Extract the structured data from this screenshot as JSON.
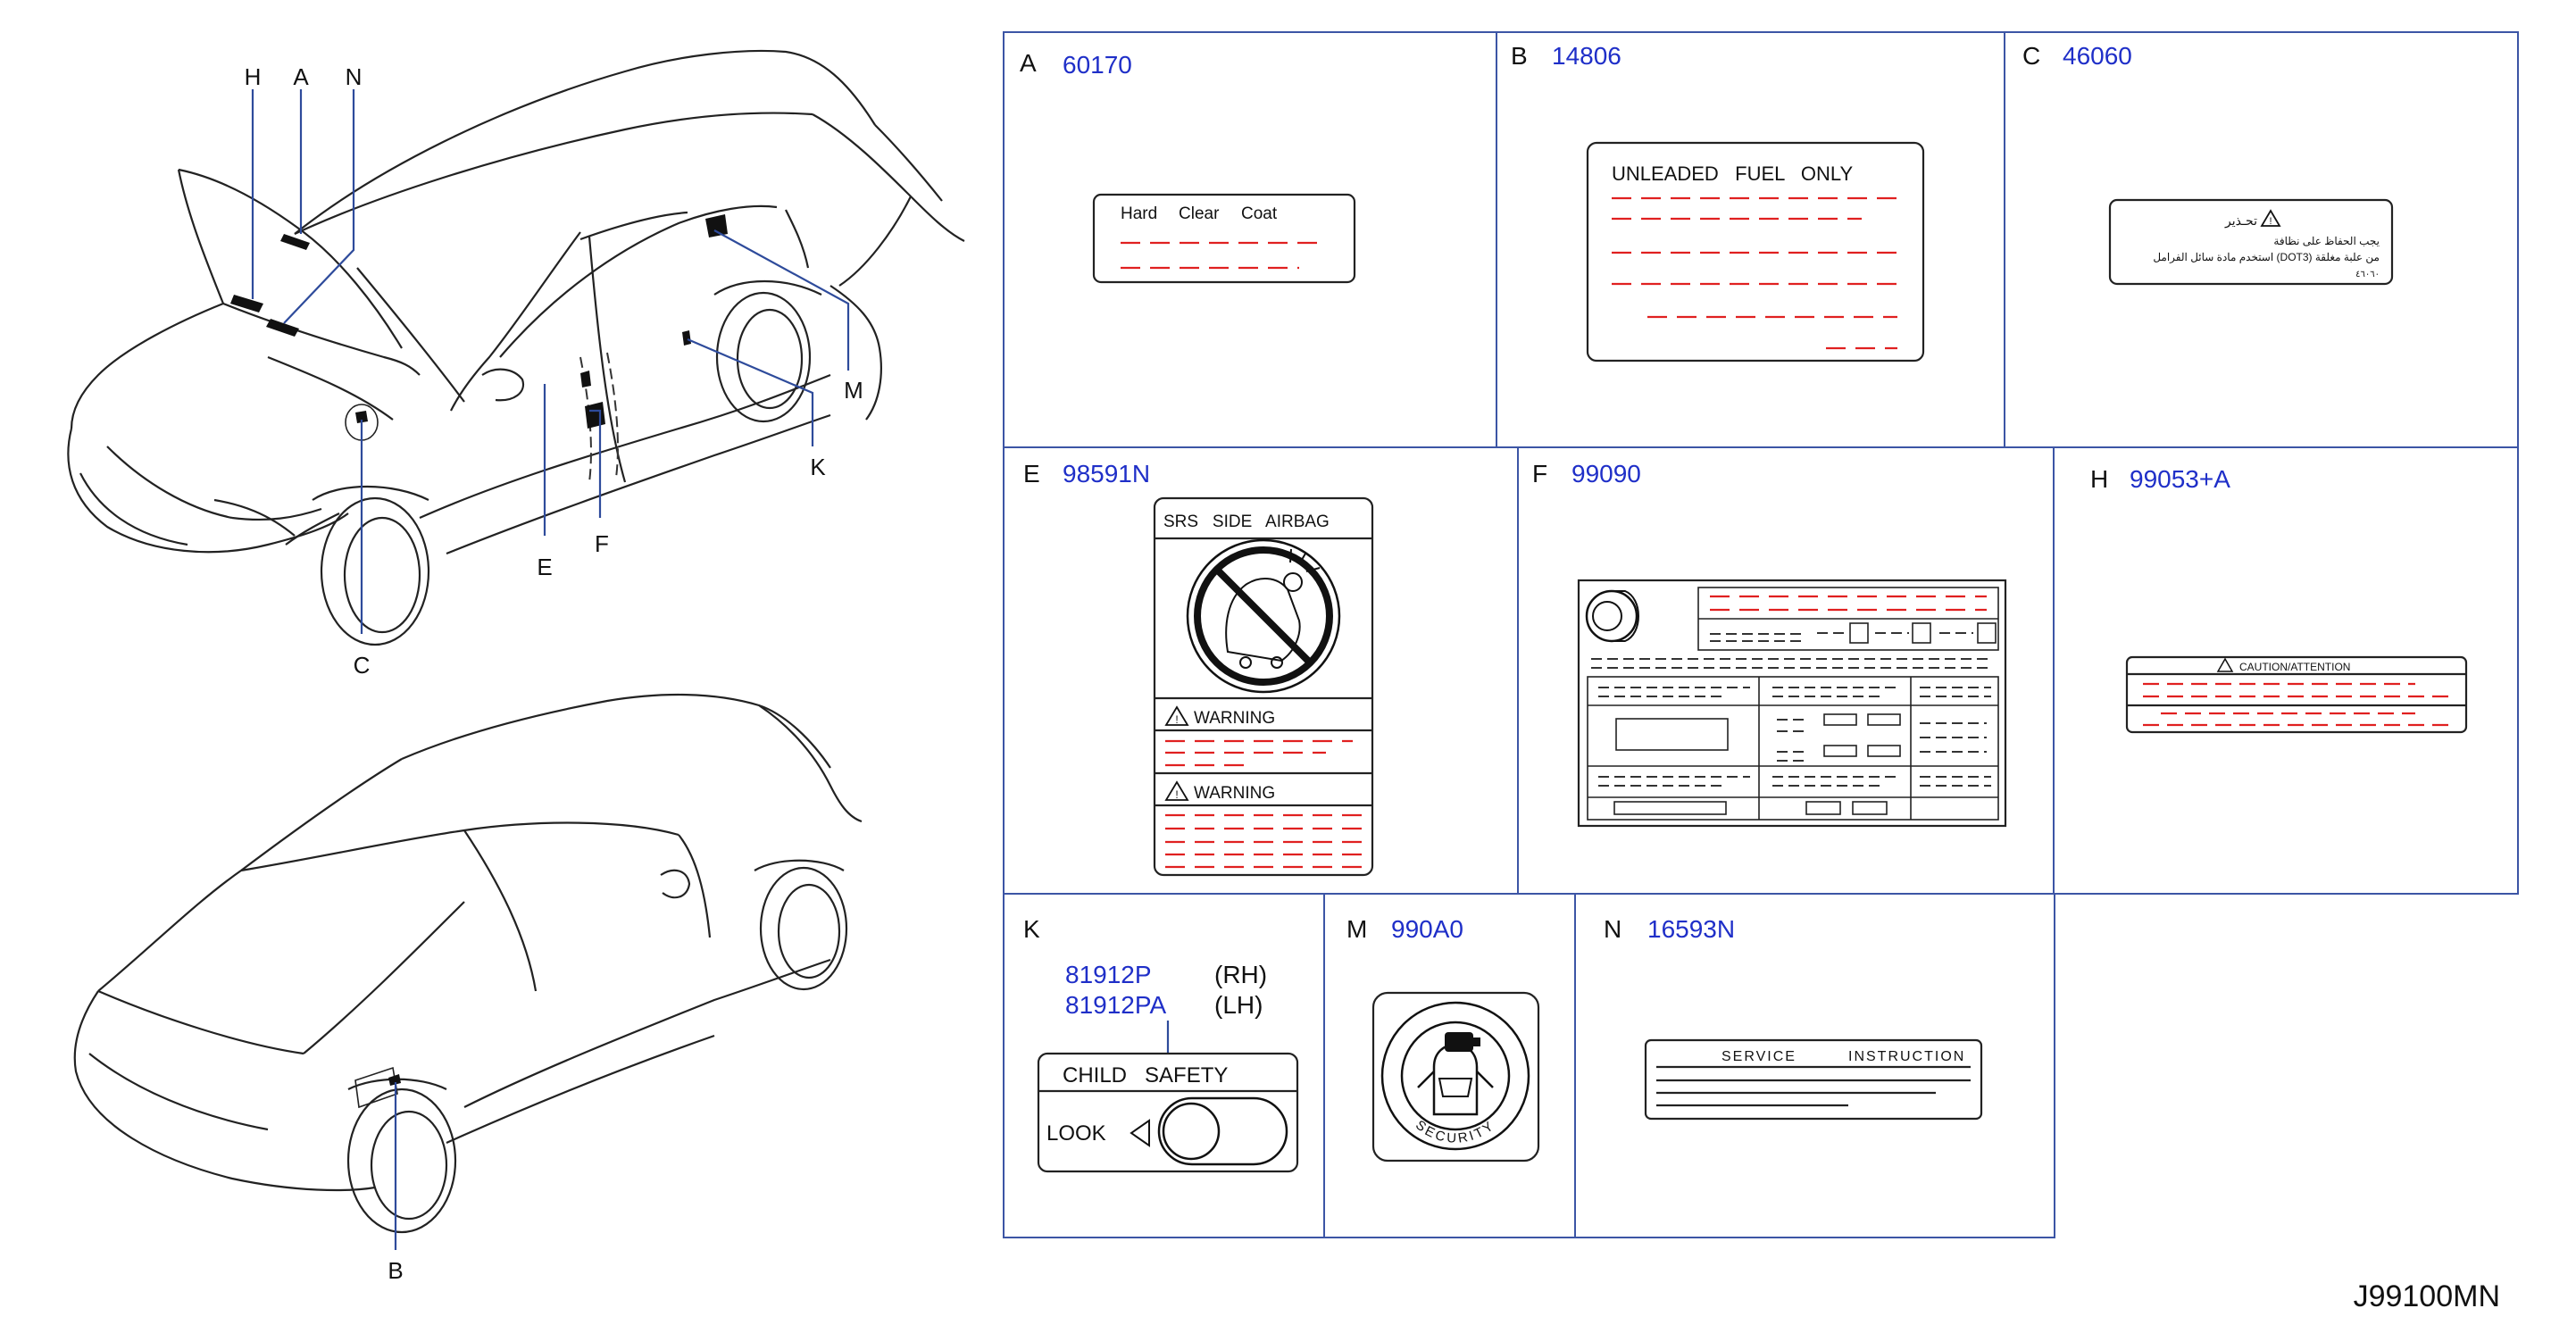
{
  "callouts": {
    "H": "H",
    "A": "A",
    "N": "N",
    "M": "M",
    "K": "K",
    "E": "E",
    "F": "F",
    "C": "C",
    "B": "B"
  },
  "cells": {
    "A": {
      "letter": "A",
      "code": "60170",
      "label_words": [
        "Hard",
        "Clear",
        "Coat"
      ]
    },
    "B": {
      "letter": "B",
      "code": "14806",
      "label_title": "UNLEADED   FUEL   ONLY"
    },
    "C": {
      "letter": "C",
      "code": "46060",
      "label_lines": [
        "تحـذير",
        "يجب الحفاظ على نظافة",
        "استخدم مادة سائل الفرامل (DOT3) من علبة مغلقة",
        "٤٦٠٦٠"
      ]
    },
    "E": {
      "letter": "E",
      "code": "98591N",
      "header": "SRS   SIDE   AIRBAG",
      "warning_1": "WARNING",
      "warning_2": "WARNING"
    },
    "F": {
      "letter": "F",
      "code": "99090"
    },
    "H": {
      "letter": "H",
      "code": "99053+A",
      "label_title": "CAUTION/ATTENTION"
    },
    "K": {
      "letter": "K",
      "code_rh": "81912P",
      "side_rh": "(RH)",
      "code_lh": "81912PA",
      "side_lh": "(LH)",
      "title": "CHILD   SAFETY",
      "look": "LOOK"
    },
    "M": {
      "letter": "M",
      "code": "990A0",
      "ring_text": "SECURITY"
    },
    "N": {
      "letter": "N",
      "code": "16593N",
      "label_title_1": "SERVICE",
      "label_title_2": "INSTRUCTION"
    }
  },
  "footer_code": "J99100MN"
}
